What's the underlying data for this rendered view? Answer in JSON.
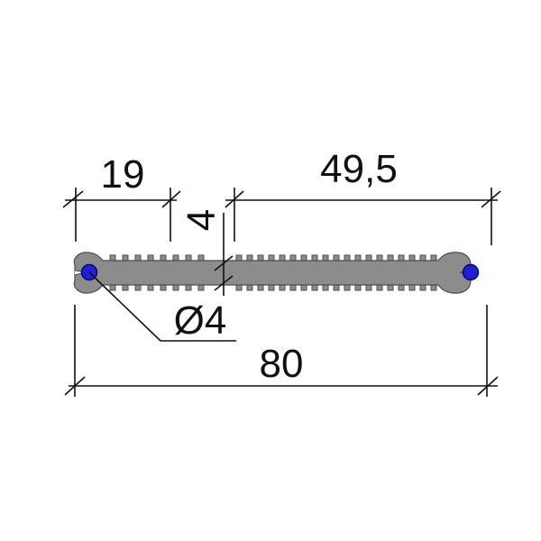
{
  "diagram": {
    "dimensions": {
      "left_segment": "19",
      "right_segment": "49,5",
      "thickness": "4",
      "bulb_diameter": "Ø4",
      "total_width": "80"
    },
    "colors": {
      "profile_fill": "#8c8c8c",
      "profile_stroke": "#4d4d4d",
      "bulb_fill": "#1f1fd6",
      "bulb_stroke": "#0a0a6a",
      "line": "#111111",
      "background": "#ffffff"
    }
  }
}
